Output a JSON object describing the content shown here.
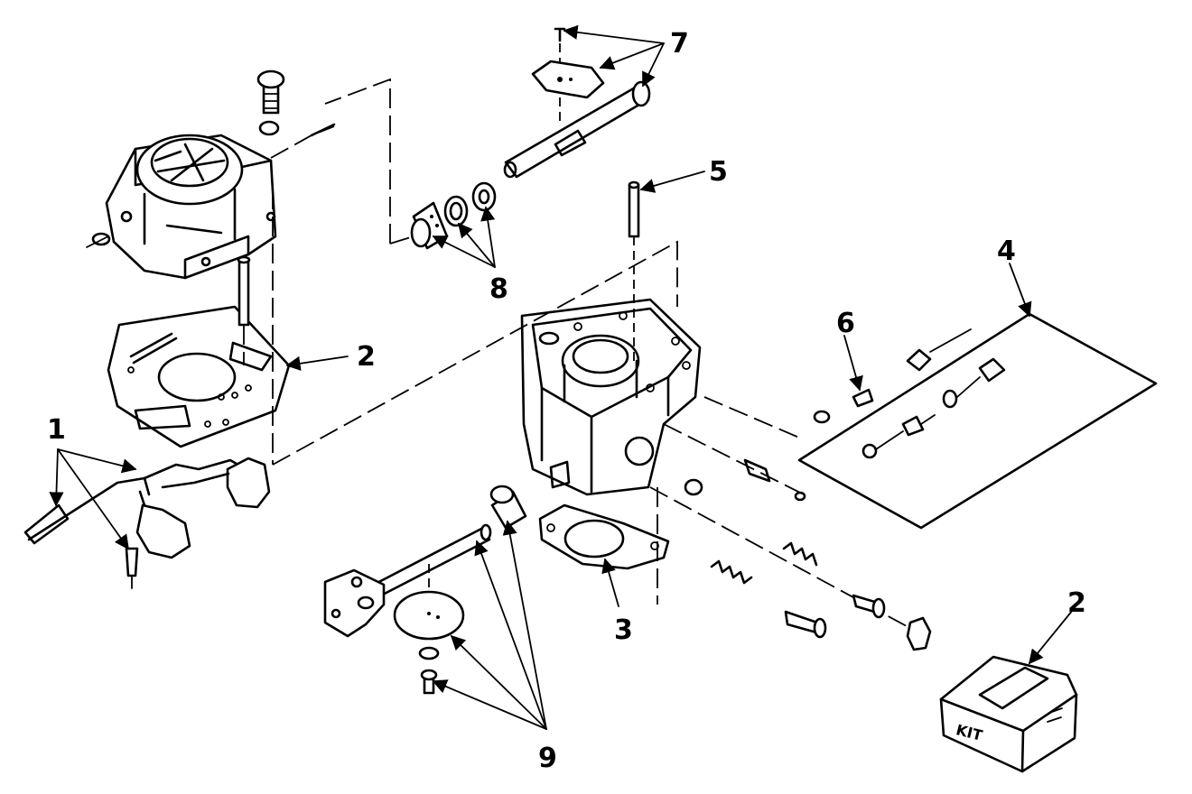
{
  "labels": {
    "callout_1": "1",
    "callout_2_gasket": "2",
    "callout_2_kit": "2",
    "callout_3": "3",
    "callout_4": "4",
    "callout_5": "5",
    "callout_6": "6",
    "callout_7": "7",
    "callout_8": "8",
    "callout_9": "9"
  },
  "kit_box": {
    "text": "KIT"
  }
}
